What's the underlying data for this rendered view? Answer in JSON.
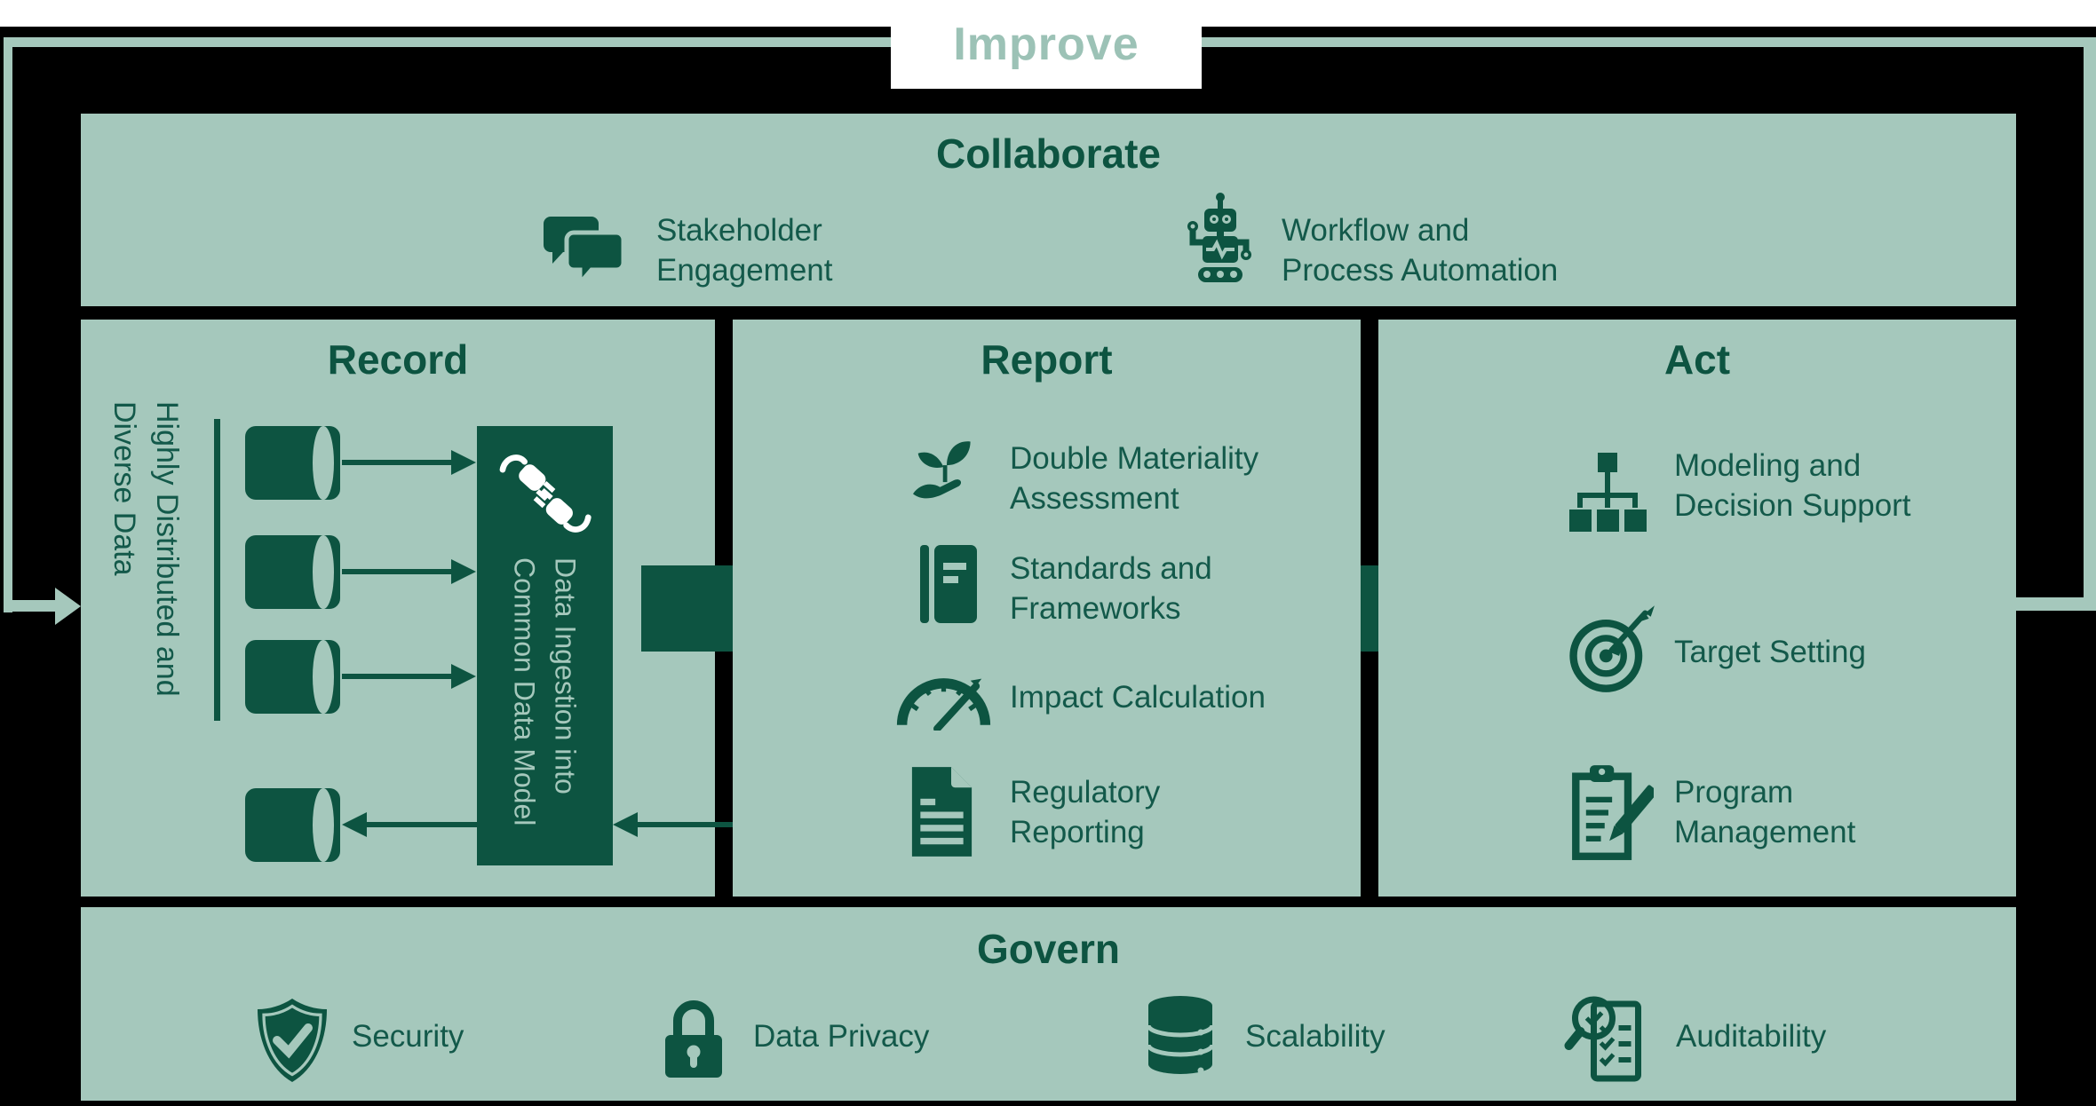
{
  "colors": {
    "panel_green": "#a5c8bc",
    "dark_green": "#0d5441",
    "label_green": "#13594a",
    "improve_text": "#9cc2b6",
    "background": "#000000",
    "white": "#ffffff"
  },
  "improve": {
    "label": "Improve"
  },
  "collaborate": {
    "title": "Collaborate",
    "items": [
      {
        "icon": "chat-bubbles-icon",
        "label": "Stakeholder\nEngagement"
      },
      {
        "icon": "robot-icon",
        "label": "Workflow and\nProcess Automation"
      }
    ]
  },
  "record": {
    "title": "Record",
    "side_label": "Highly Distributed\nand Diverse Data",
    "box_label": "Data Ingestion into\nCommon Data Model",
    "box_icon": "plug-icon",
    "source_icon": "database-cylinder-icon"
  },
  "report": {
    "title": "Report",
    "items": [
      {
        "icon": "plant-hand-icon",
        "label": "Double Materiality\nAssessment"
      },
      {
        "icon": "book-icon",
        "label": "Standards and\nFrameworks"
      },
      {
        "icon": "gauge-icon",
        "label": "Impact Calculation"
      },
      {
        "icon": "document-icon",
        "label": "Regulatory\nReporting"
      }
    ]
  },
  "act": {
    "title": "Act",
    "items": [
      {
        "icon": "org-chart-icon",
        "label": "Modeling and\nDecision Support"
      },
      {
        "icon": "target-icon",
        "label": "Target Setting"
      },
      {
        "icon": "clipboard-pencil-icon",
        "label": "Program\nManagement"
      }
    ]
  },
  "govern": {
    "title": "Govern",
    "items": [
      {
        "icon": "shield-check-icon",
        "label": "Security"
      },
      {
        "icon": "lock-icon",
        "label": "Data Privacy"
      },
      {
        "icon": "database-stack-icon",
        "label": "Scalability"
      },
      {
        "icon": "checklist-magnifier-icon",
        "label": "Auditability"
      }
    ]
  }
}
